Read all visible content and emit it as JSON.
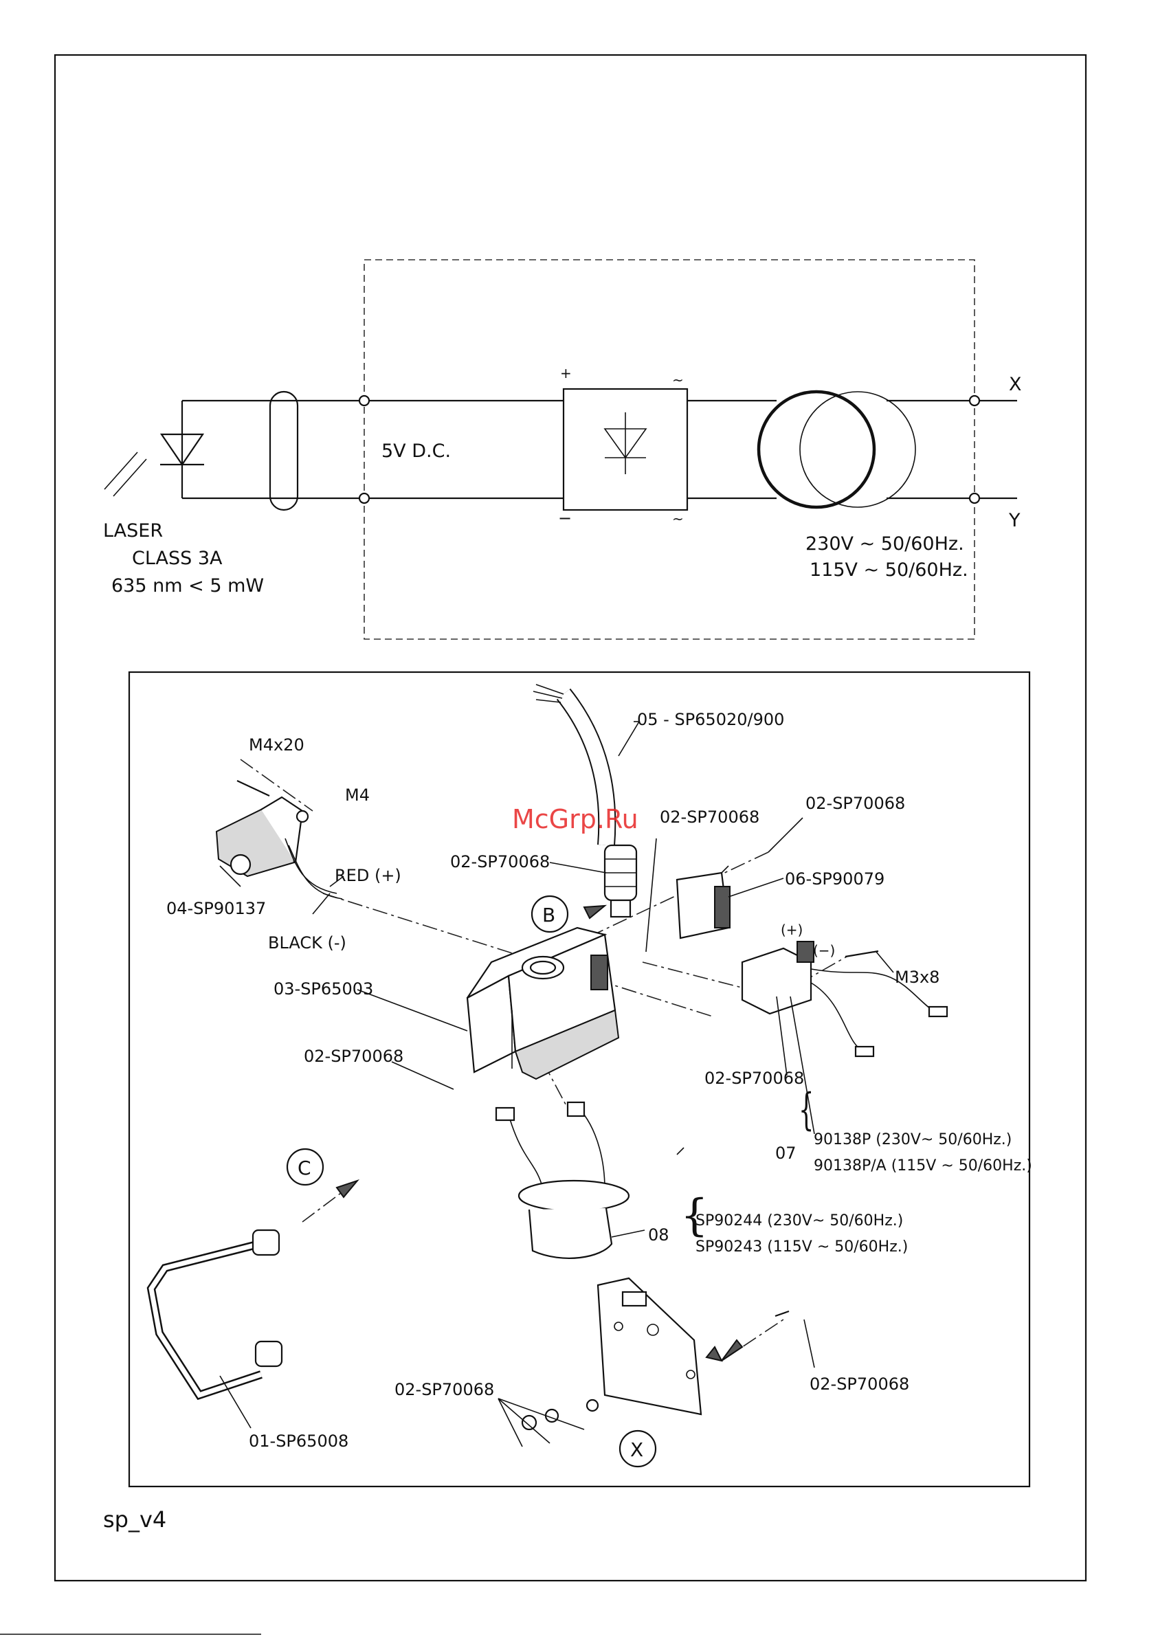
{
  "schematic": {
    "laser_label": [
      "LASER",
      "CLASS 3A",
      "635 nm < 5 mW"
    ],
    "voltage_dc": "5V D.C.",
    "terminal_x": "X",
    "terminal_y": "Y",
    "plus_sign": "+",
    "minus_sign": "−",
    "ac_sign": "~",
    "supply": [
      "230V ~ 50/60Hz.",
      "115V ~ 50/60Hz."
    ]
  },
  "exploded_view": {
    "watermark": "McGrp.Ru",
    "parts": {
      "p05": "05 - SP65020/900",
      "m4x20": "M4x20",
      "m4": "M4",
      "p02a": "02-SP70068",
      "p02b": "02-SP70068",
      "p02c": "02-SP70068",
      "red": "RED (+)",
      "p04": "04-SP90137",
      "black": "BLACK (-)",
      "p06": "06-SP90079",
      "plus": "(+)",
      "minus": "(−)",
      "m3x8": "M3x8",
      "p03": "03-SP65003",
      "p02d": "02-SP70068",
      "p02e": "02-SP70068",
      "p07": "07",
      "p07a": "90138P  (230V~ 50/60Hz.)",
      "p07b": "90138P/A  (115V ~ 50/60Hz.)",
      "p08": "08",
      "p08a": "SP90244 (230V~ 50/60Hz.)",
      "p08b": "SP90243 (115V ~ 50/60Hz.)",
      "p02f": "02-SP70068",
      "p02g": "02-SP70068",
      "p01": "01-SP65008"
    },
    "views": {
      "b": "B",
      "c": "C",
      "x": "X"
    }
  },
  "footer": {
    "sheet_id": "sp_v4"
  }
}
